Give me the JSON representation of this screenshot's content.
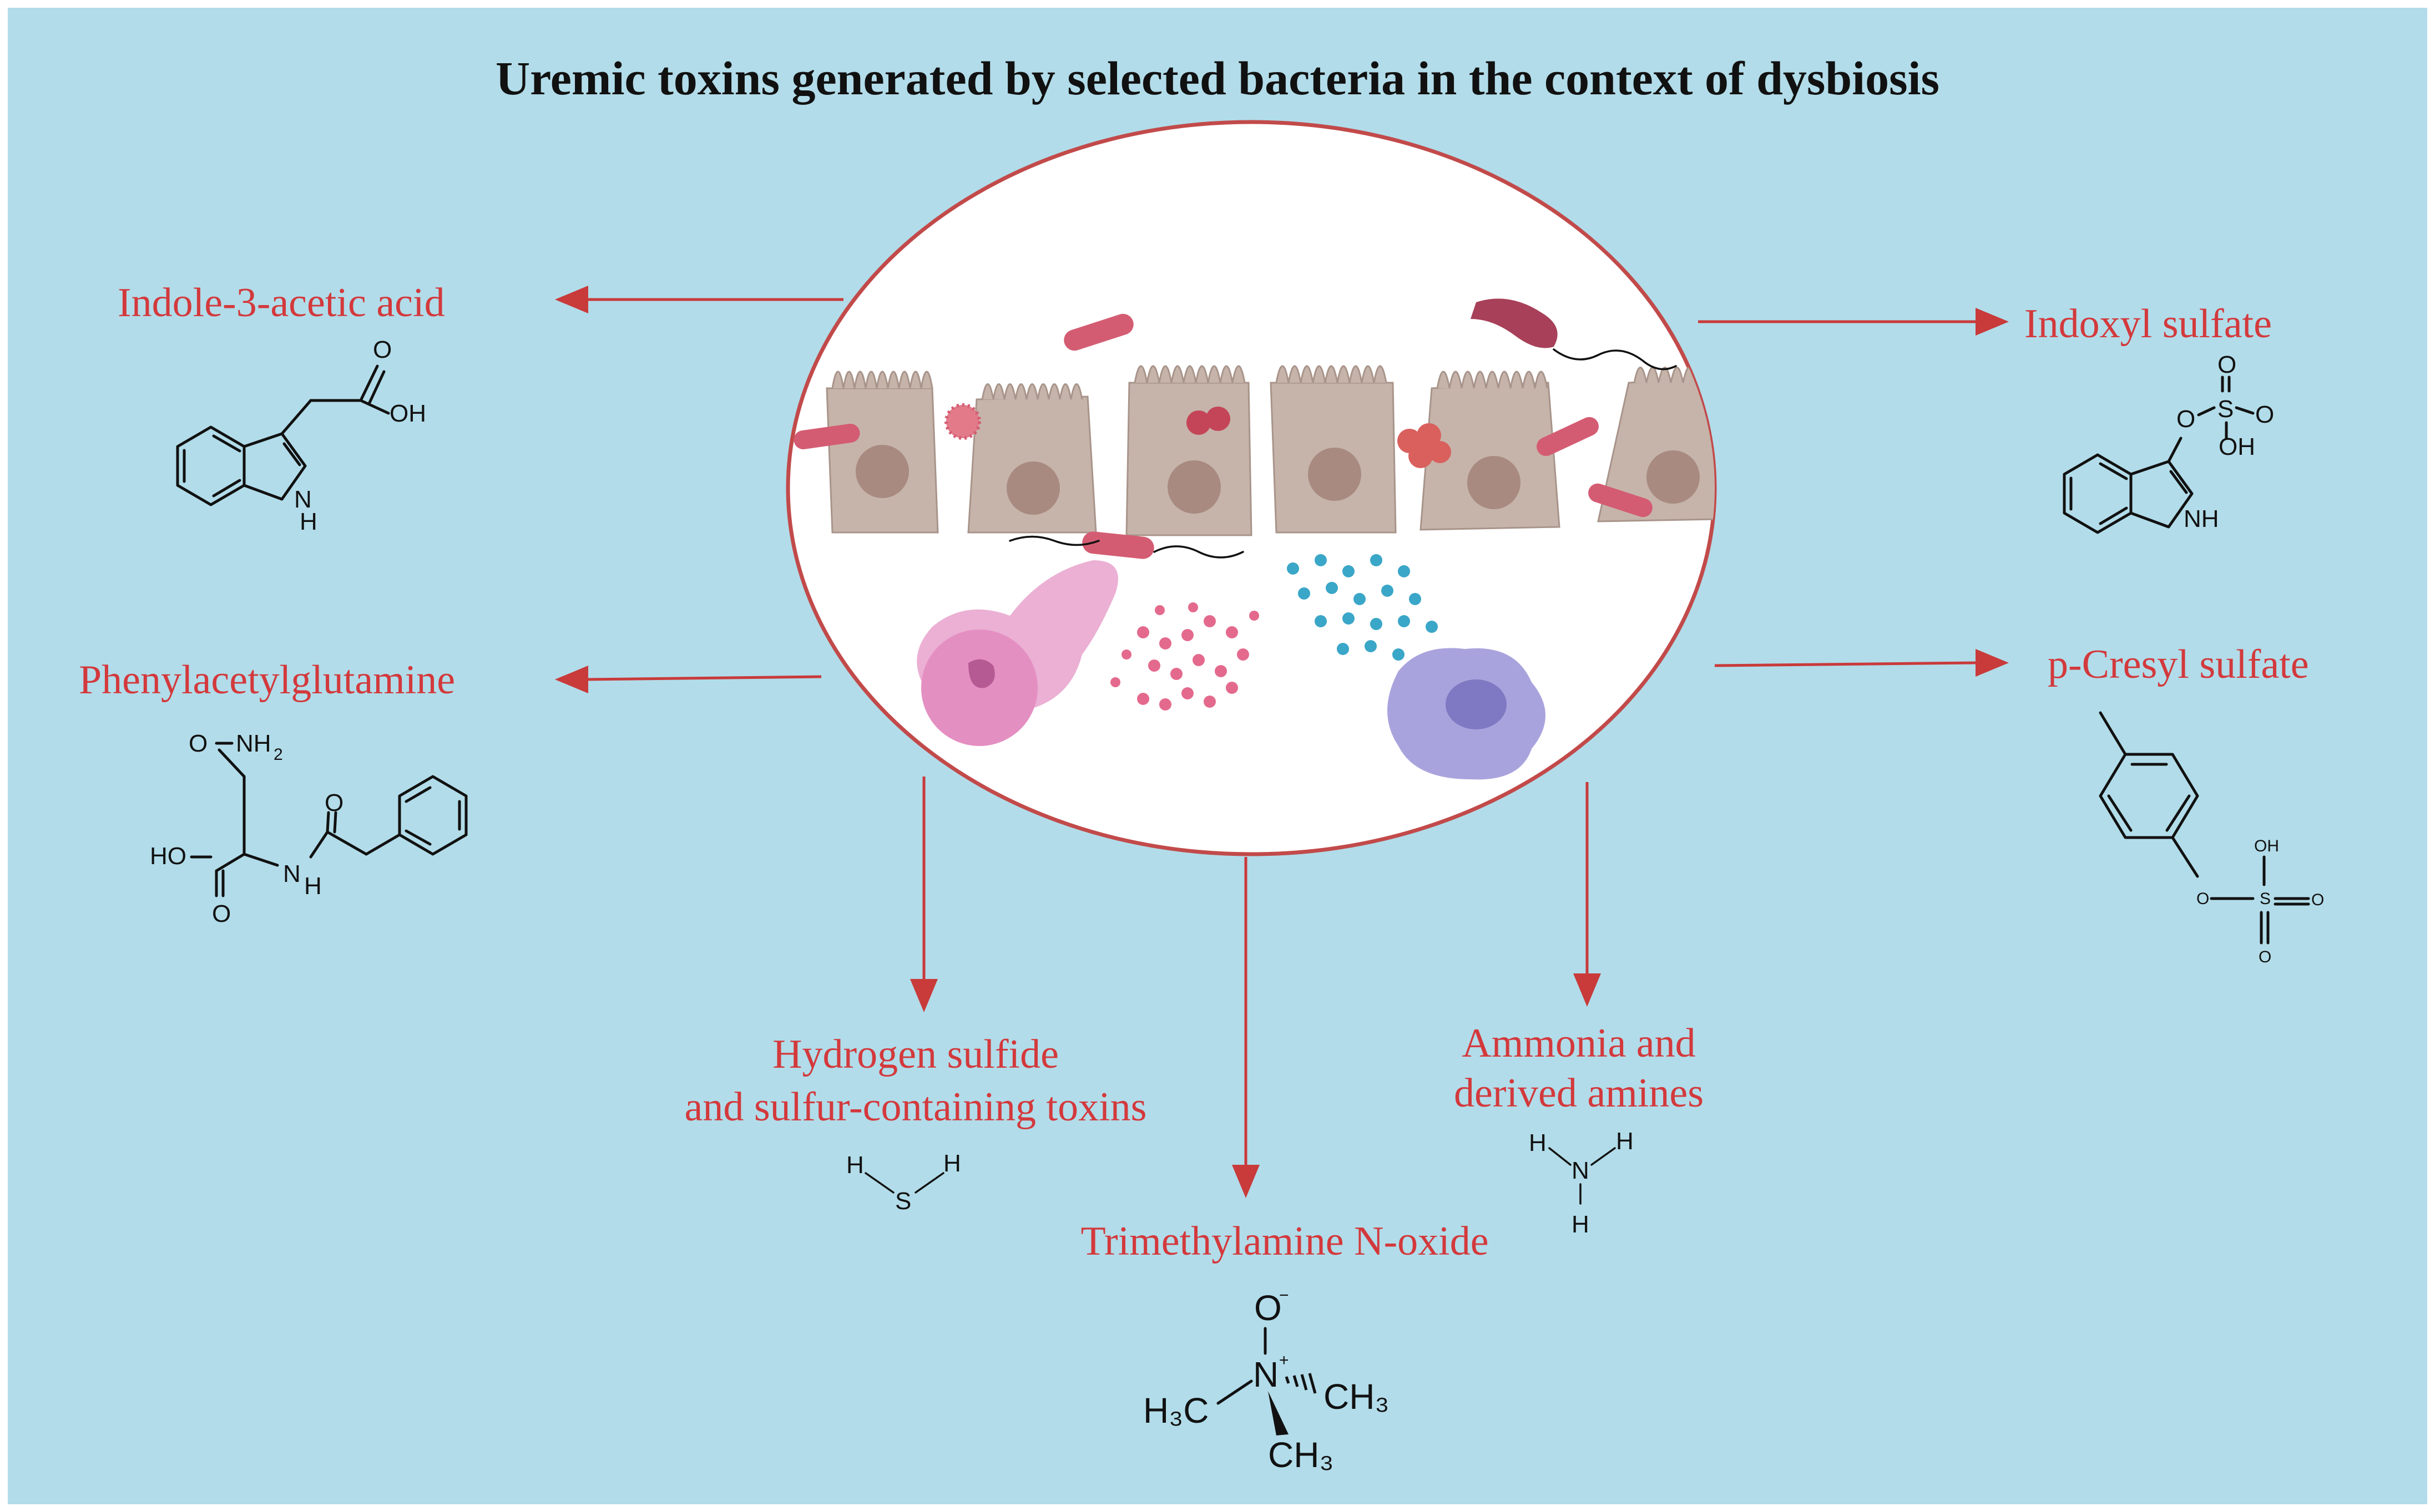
{
  "title": "Uremic toxins generated by selected bacteria in the context of dysbiosis",
  "colors": {
    "background": "#b2dce9",
    "frame": "#ffffff",
    "label": "#d3393c",
    "arrow": "#c93a3a",
    "ellipse_border": "#c24a4a",
    "cell": "#c6b4aa",
    "nucleus": "#a88a80",
    "bacteria": "#d45c72",
    "immune_cell": "#a9a3dd",
    "pink_cell": "#e48fc2"
  },
  "toxins": {
    "indole_acetic": {
      "label": "Indole-3-acetic acid",
      "atoms": {
        "oxygen": "O",
        "hydroxyl": "OH",
        "nh": "H",
        "n": "N"
      }
    },
    "phenylacetylglutamine": {
      "label": "Phenylacetylglutamine",
      "atoms": {
        "amide": "O",
        "nh2": "NH",
        "nh2_sub": "2",
        "hooc": "HO",
        "ho_o": "O",
        "n": "N",
        "nh_h": "H",
        "amide_o": "O"
      }
    },
    "indoxyl_sulfate": {
      "label": "Indoxyl sulfate",
      "atoms": {
        "o_link": "O",
        "s": "S",
        "o_top": "O",
        "o_side": "O",
        "oh": "OH",
        "nh": "NH"
      }
    },
    "p_cresyl_sulfate": {
      "label": "p-Cresyl sulfate",
      "atoms": {
        "o_link": "O",
        "s": "S",
        "oh": "OH",
        "o_right": "O",
        "o_bottom": "O"
      }
    },
    "hydrogen_sulfide": {
      "label_line1": "Hydrogen sulfide",
      "label_line2": "and sulfur-containing toxins",
      "atoms": {
        "h1": "H",
        "s": "S",
        "h2": "H"
      }
    },
    "ammonia": {
      "label_line1": "Ammonia and",
      "label_line2": "derived amines",
      "atoms": {
        "h1": "H",
        "n": "N",
        "h2": "H",
        "h3": "H"
      }
    },
    "tmao": {
      "label": "Trimethylamine N-oxide",
      "atoms": {
        "o": "O",
        "o_charge": "−",
        "n": "N",
        "n_charge": "+",
        "ch3_left": "H₃C",
        "ch3_right": "CH₃",
        "ch3_bottom": "CH₃"
      }
    }
  }
}
